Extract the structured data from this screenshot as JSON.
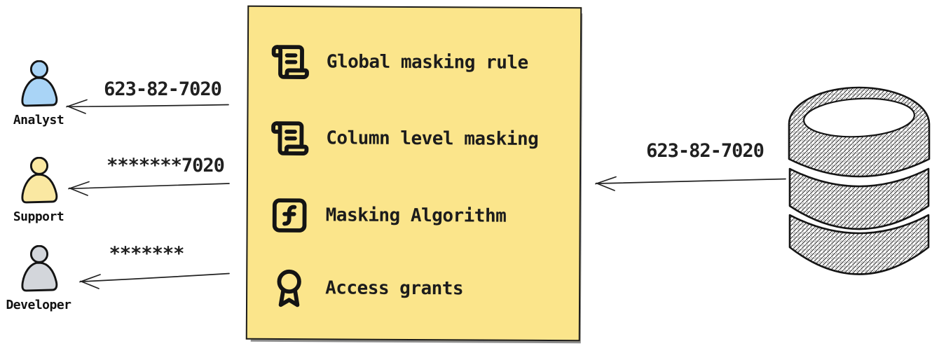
{
  "actors": [
    {
      "name": "Analyst",
      "icon": "person-icon",
      "fill": "#a9d4f6",
      "received_value": "623-82-7020"
    },
    {
      "name": "Support",
      "icon": "person-icon",
      "fill": "#fae8a2",
      "received_value": "*******7020"
    },
    {
      "name": "Developer",
      "icon": "person-icon",
      "fill": "#d3d6db",
      "received_value": "*******"
    }
  ],
  "masking_box": {
    "background": "#fbe58b",
    "border_color": "#1b1b1b",
    "items": [
      {
        "icon": "scroll-text-icon",
        "label": "Global masking rule"
      },
      {
        "icon": "scroll-text-icon",
        "label": "Column level masking"
      },
      {
        "icon": "function-square-icon",
        "label": "Masking Algorithm"
      },
      {
        "icon": "award-icon",
        "label": "Access grants"
      }
    ]
  },
  "database": {
    "icon": "database-cylinder-icon",
    "outgoing_value": "623-82-7020"
  }
}
